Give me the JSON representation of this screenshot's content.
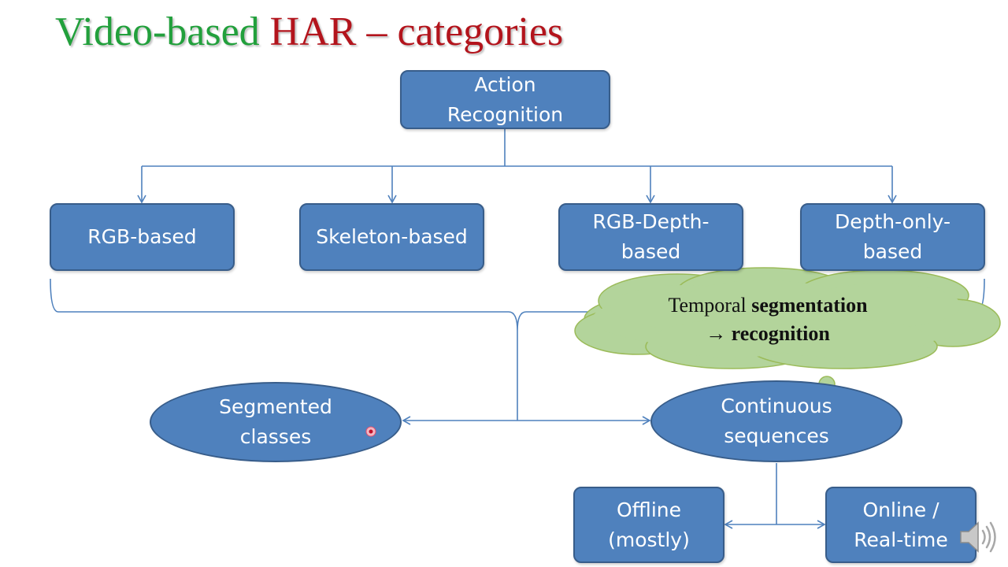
{
  "title": {
    "part1": "Video-based",
    "part2": "HAR – categories"
  },
  "root": {
    "line1": "Action",
    "line2": "Recognition"
  },
  "categories": [
    {
      "line1": "RGB-based",
      "line2": ""
    },
    {
      "line1": "Skeleton-based",
      "line2": ""
    },
    {
      "line1": "RGB-Depth-",
      "line2": "based"
    },
    {
      "line1": "Depth-only-",
      "line2": "based"
    }
  ],
  "cloud": {
    "plain": "Temporal ",
    "bold1": "segmentation",
    "arrow": "→ ",
    "bold2": "recognition"
  },
  "segmented": {
    "line1": "Segmented",
    "line2": "classes"
  },
  "continuous": {
    "line1": "Continuous",
    "line2": "sequences"
  },
  "offline": {
    "line1": "Offline",
    "line2": "(mostly)"
  },
  "online": {
    "line1": "Online /",
    "line2": "Real-time"
  },
  "colors": {
    "box_fill": "#4f81bd",
    "box_border": "#385d8a",
    "cloud_fill": "#b3d49b",
    "title_green": "#22a03c",
    "title_red": "#b3141c"
  },
  "icons": [
    "speaker-icon",
    "laser-pointer-icon"
  ]
}
